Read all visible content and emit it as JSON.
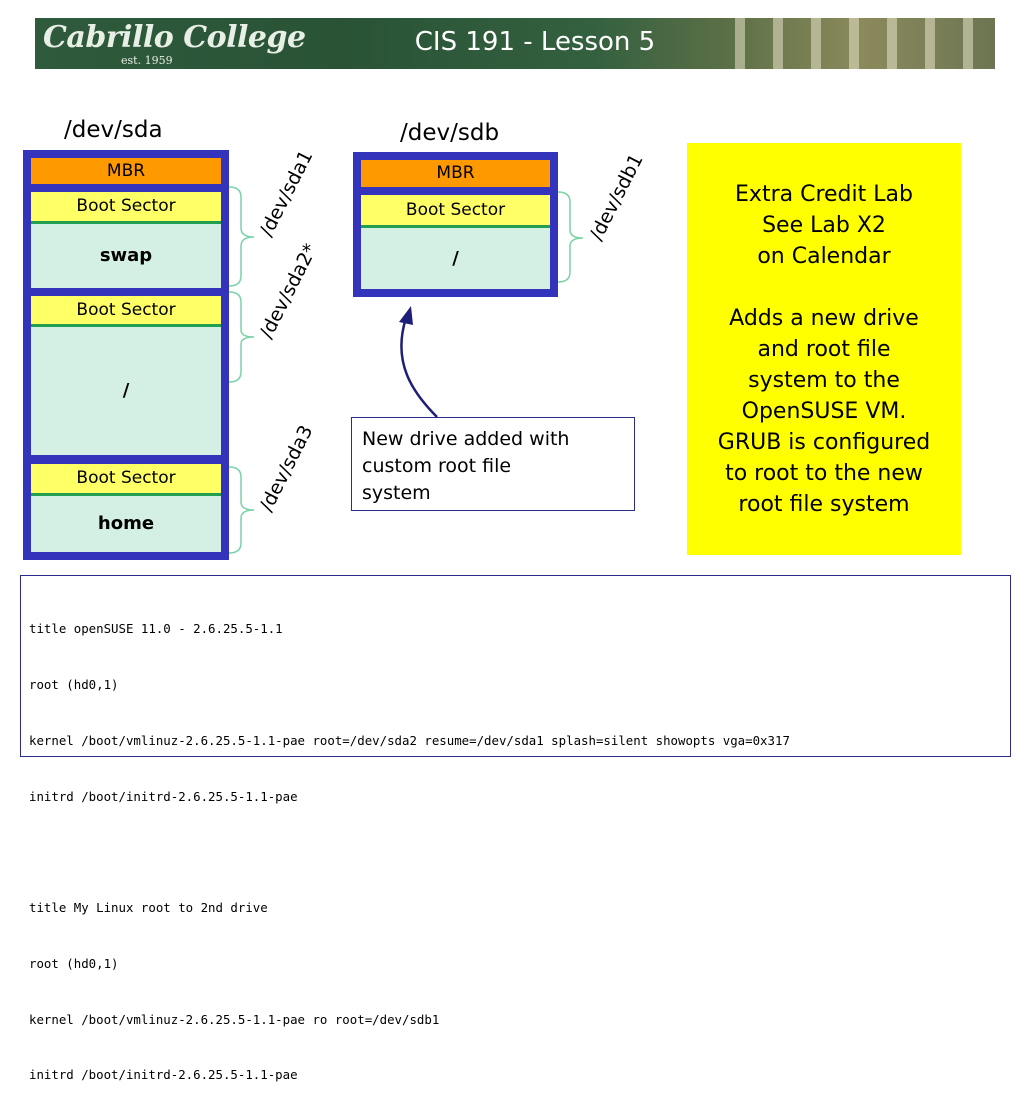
{
  "header": {
    "logo_text": "Cabrillo College",
    "logo_est": "est. 1959",
    "title": "CIS 191 - Lesson 5"
  },
  "sda": {
    "label": "/dev/sda",
    "mbr": "MBR",
    "boot1": "Boot Sector",
    "swap": "swap",
    "boot2": "Boot Sector",
    "root": "/",
    "boot3": "Boot Sector",
    "home": "home",
    "part1": "/dev/sda1",
    "part2": "/dev/sda2*",
    "part3": "/dev/sda3"
  },
  "sdb": {
    "label": "/dev/sdb",
    "mbr": "MBR",
    "boot1": "Boot Sector",
    "root": "/",
    "part1": "/dev/sdb1"
  },
  "callout": {
    "line1": "New drive added with",
    "line2": "custom root file",
    "line3": "system"
  },
  "extra_credit": {
    "l1": "Extra Credit Lab",
    "l2": "See Lab X2",
    "l3": "on Calendar",
    "l4": "Adds a new drive",
    "l5": "and root file",
    "l6": "system to the",
    "l7": "OpenSUSE VM.",
    "l8": "GRUB is configured",
    "l9": "to root to the new",
    "l10": "root file system"
  },
  "grub": {
    "lines": [
      "title openSUSE 11.0 - 2.6.25.5-1.1",
      "root (hd0,1)",
      "kernel /boot/vmlinuz-2.6.25.5-1.1-pae root=/dev/sda2 resume=/dev/sda1 splash=silent showopts vga=0x317",
      "initrd /boot/initrd-2.6.25.5-1.1-pae",
      "",
      "title My Linux root to 2nd drive",
      "root (hd0,1)",
      "kernel /boot/vmlinuz-2.6.25.5-1.1-pae ro root=/dev/sdb1",
      "initrd /boot/initrd-2.6.25.5-1.1-pae"
    ]
  },
  "colors": {
    "disk_border": "#3333bb",
    "mbr": "#ff9900",
    "boot_sector": "#ffff66",
    "partition": "#d4efe3",
    "highlight_box": "#ffff00"
  }
}
